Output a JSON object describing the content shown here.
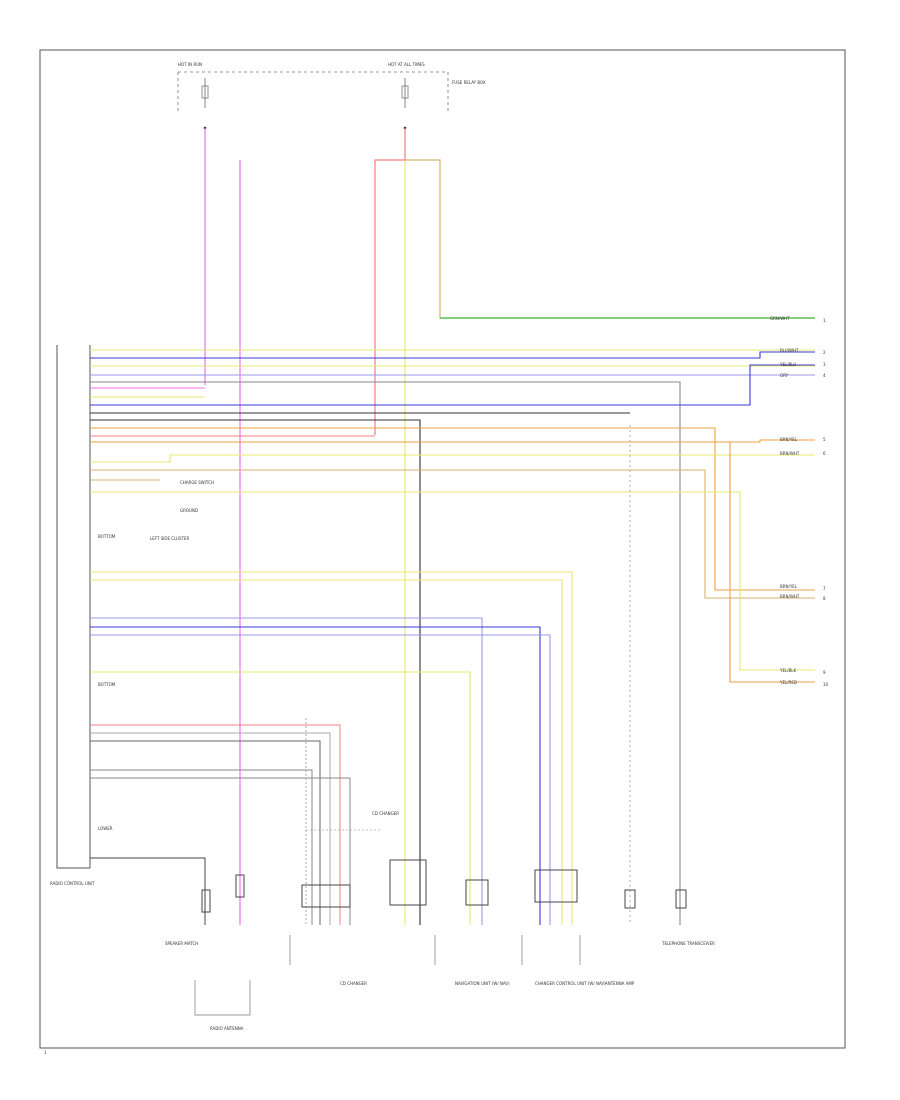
{
  "colors": {
    "frame": "#555555",
    "yellow": "#e8e870",
    "blue": "#3a3ad8",
    "violet": "#9a9ae8",
    "gray": "#888888",
    "dark": "#333333",
    "red": "#f08080",
    "pink": "#f070f0",
    "orange": "#f0a040",
    "tan": "#d8b070",
    "green": "#40c040"
  },
  "labels": {
    "top_fuse_left": "HOT IN RUN",
    "top_fuse_right": "HOT AT ALL TIMES",
    "relay_note": "FUSE RELAY BOX",
    "group_main_end": "BOTTOM",
    "group_mid_end": "BOTTOM",
    "group_low_end": "LOWER",
    "ground_label": "GROUND",
    "lamp_left": "LEFT SIDE CLUSTER",
    "switch1": "CHARGE SWITCH",
    "switch2": "GROUND",
    "cd_changer_note": "CD CHANGER",
    "page_number": "1"
  },
  "bottom_components": [
    {
      "name": "SPEAKER MATCH"
    },
    {
      "name": "CD CHANGER"
    },
    {
      "name": "NAVIGATION UNIT (W/ NAV)"
    },
    {
      "name": "CHANGER CONTROL UNIT (W/ NAV)"
    },
    {
      "name": "ANTENNA AMP"
    },
    {
      "name": "TELEPHONE TRANSCEIVER"
    }
  ],
  "left_module": "RADIO CONTROL UNIT",
  "antenna": "RADIO ANTENNA",
  "connector_right": [
    "1",
    "2",
    "3",
    "4",
    "5",
    "6",
    "7",
    "8",
    "9",
    "10"
  ],
  "wire_tags_right": [
    "GRN/WHT",
    "BLU/WHT",
    "YEL/BLU",
    "GRY",
    "BRN/YEL",
    "BRN/WHT",
    "BRN/YEL",
    "BRN/WHT",
    "YEL/BLK",
    "YEL/RED"
  ]
}
